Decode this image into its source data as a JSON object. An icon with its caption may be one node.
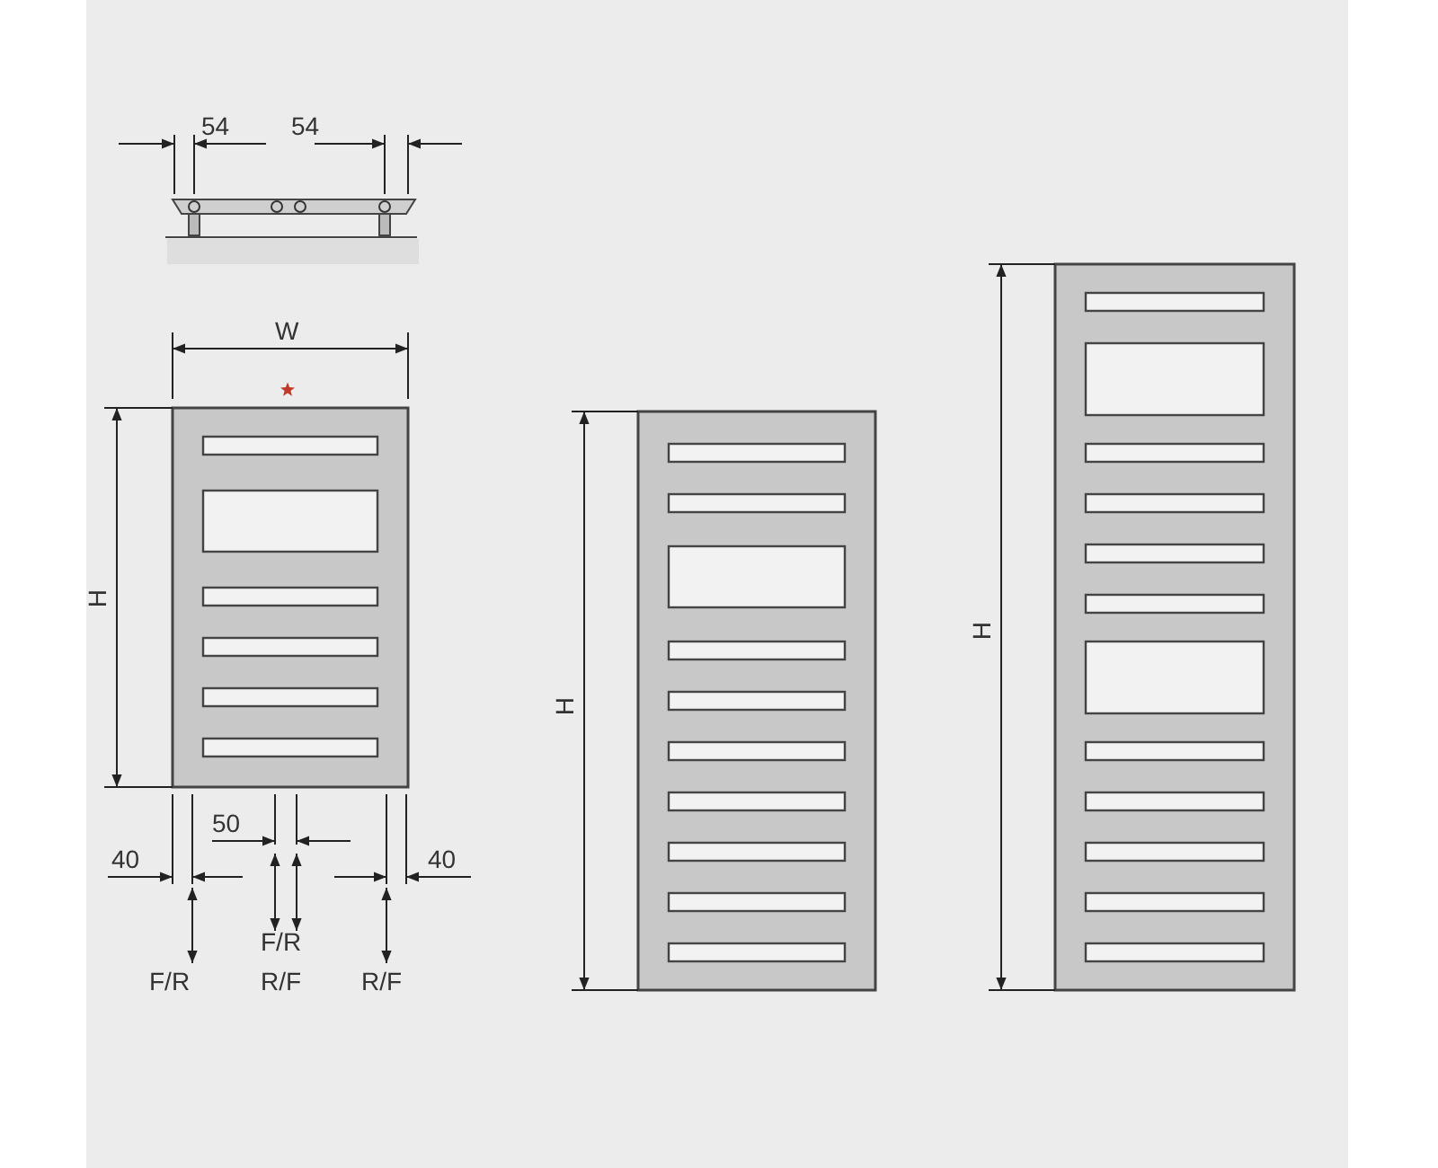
{
  "diagram": {
    "labels": [
      "54",
      "54",
      "W",
      "H",
      "H",
      "H",
      "50",
      "40",
      "40",
      "F/R",
      "F/R",
      "R/F",
      "R/F"
    ]
  }
}
